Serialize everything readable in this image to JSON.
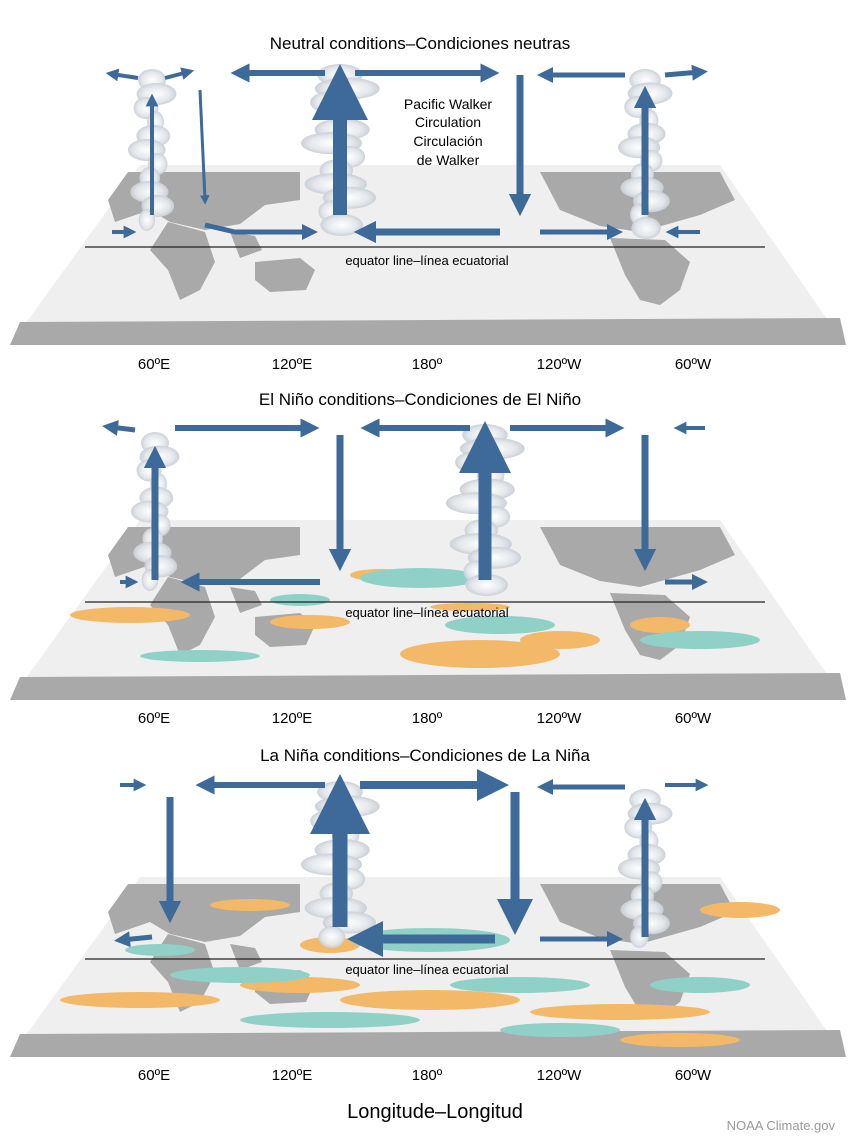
{
  "panels": [
    {
      "id": "neutral",
      "title": "Neutral conditions–Condiciones neutras",
      "equator_label": "equator line–línea ecuatorial",
      "annotation": [
        "Pacific Walker",
        "Circulation",
        "Circulación",
        "de Walker"
      ],
      "anomalies": "none"
    },
    {
      "id": "el-nino",
      "title": "El Niño conditions–Condiciones de El Niño",
      "equator_label": "equator line–línea ecuatorial",
      "annotation": [],
      "anomalies": "el-nino"
    },
    {
      "id": "la-nina",
      "title": "La Niña conditions–Condiciones de La Niña",
      "equator_label": "equator line–línea ecuatorial",
      "annotation": [],
      "anomalies": "la-nina"
    }
  ],
  "longitude_ticks": [
    "60ºE",
    "120ºE",
    "180º",
    "120ºW",
    "60ºW"
  ],
  "axis_label": "Longitude–Longitud",
  "credit": "NOAA Climate.gov",
  "colors": {
    "arrow": "#3d6a99",
    "land": "#a9a9a9",
    "ocean": "#efefef",
    "warm_anomaly": "#f3b968",
    "cool_anomaly": "#8fd1c7",
    "cloud": "#d8dde2"
  }
}
